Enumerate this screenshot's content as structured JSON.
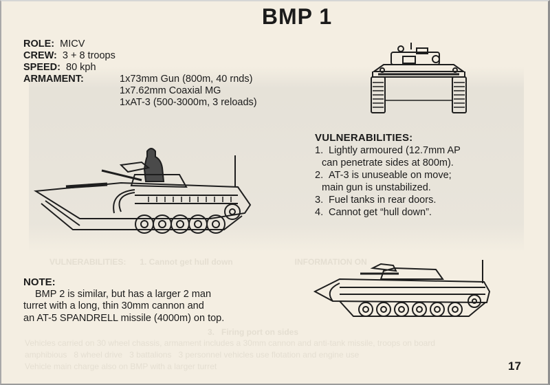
{
  "page": {
    "title": "BMP 1",
    "page_number": "17",
    "colors": {
      "paper": "#f4eee2",
      "ink": "#1b1b1b",
      "halftone_band": "#dedbd3"
    }
  },
  "specs": {
    "role_label": "ROLE:",
    "role_value": "MICV",
    "crew_label": "CREW:",
    "crew_value": "3 + 8 troops",
    "speed_label": "SPEED:",
    "speed_value": "80 kph",
    "armament_label": "ARMAMENT:",
    "armament": [
      "1x73mm Gun (800m, 40 rnds)",
      "1x7.62mm Coaxial MG",
      "1xAT-3 (500-3000m, 3 reloads)"
    ]
  },
  "vulnerabilities": {
    "heading": "VULNERABILITIES:",
    "items": [
      {
        "num": "1.",
        "line1": "Lightly armoured (12.7mm AP",
        "line2": "can penetrate sides at 800m)."
      },
      {
        "num": "2.",
        "line1": "AT-3 is unuseable on move;",
        "line2": "main gun is unstabilized."
      },
      {
        "num": "3.",
        "line1": "Fuel tanks in rear doors.",
        "line2": ""
      },
      {
        "num": "4.",
        "line1": "Cannot get “hull down”.",
        "line2": ""
      }
    ]
  },
  "note": {
    "heading": "NOTE:",
    "line1": "BMP 2 is similar, but has a larger 2 man",
    "line2": "turret with a long, thin 30mm cannon and",
    "line3": "an AT-5 SPANDRELL missile (4000m) on top."
  },
  "illustrations": {
    "front_view": "bmp1-front-view-drawing",
    "side_view_with_commander": "bmp1-side-view-drawing",
    "side_view_small": "bmp2-side-view-drawing"
  }
}
